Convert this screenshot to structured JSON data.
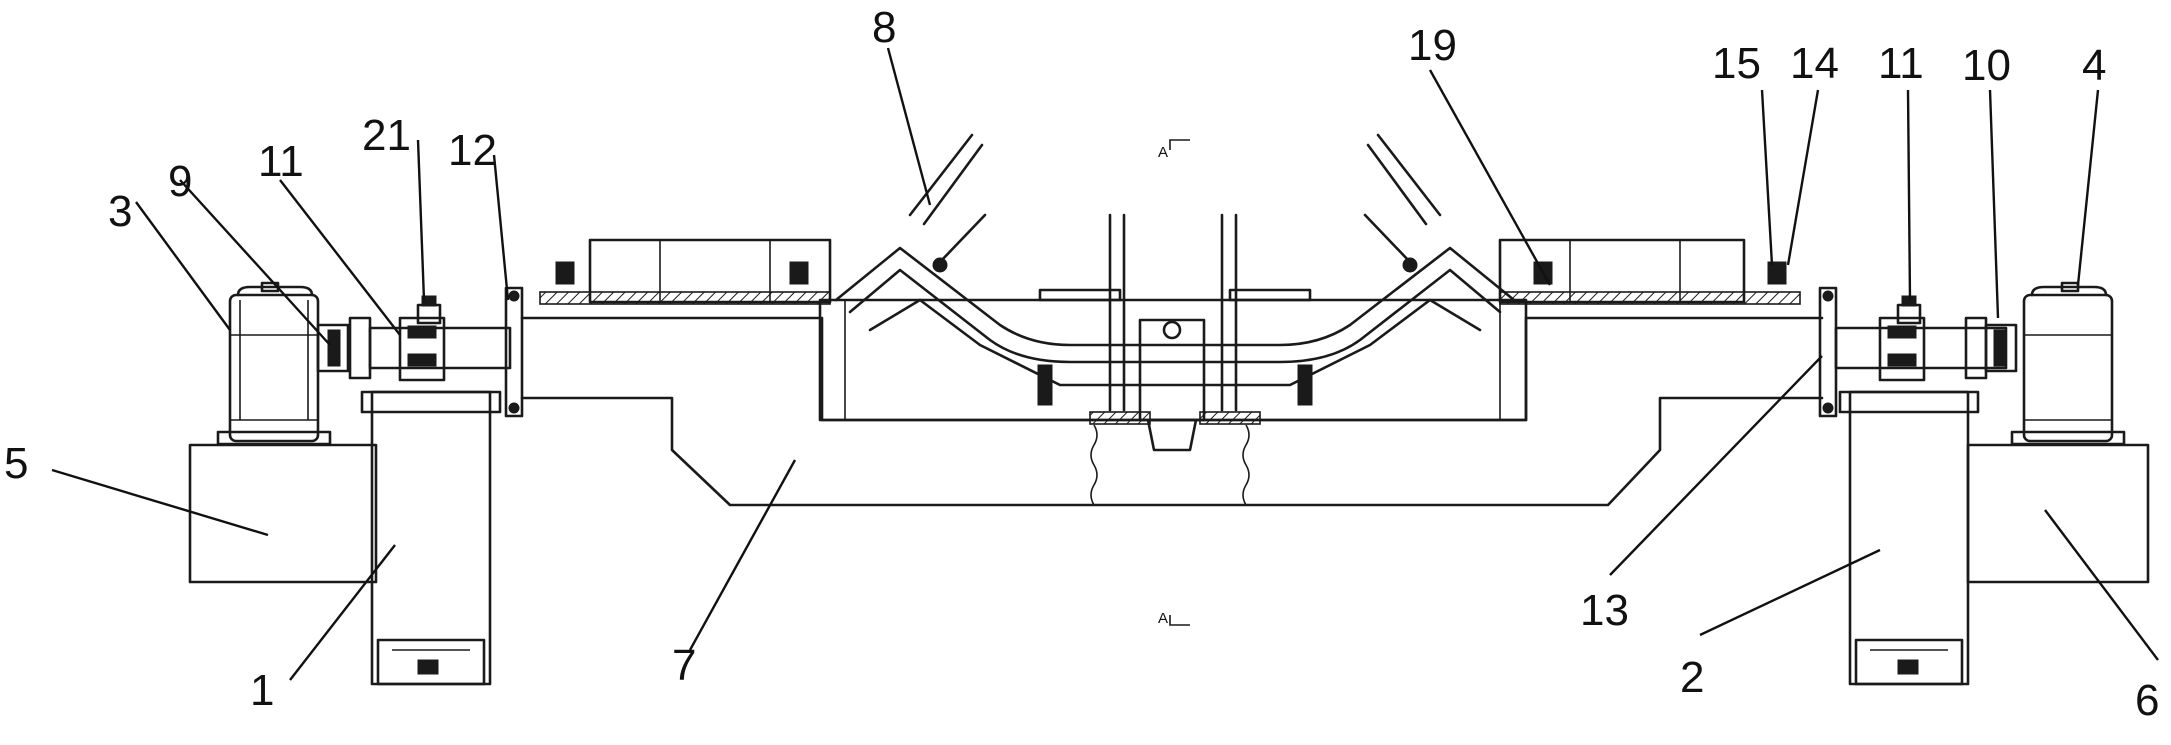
{
  "figure": {
    "labels": [
      {
        "id": "l1",
        "text": "1"
      },
      {
        "id": "l2",
        "text": "2"
      },
      {
        "id": "l3",
        "text": "3"
      },
      {
        "id": "l4",
        "text": "4"
      },
      {
        "id": "l5",
        "text": "5"
      },
      {
        "id": "l6",
        "text": "6"
      },
      {
        "id": "l7",
        "text": "7"
      },
      {
        "id": "l8",
        "text": "8"
      },
      {
        "id": "l9",
        "text": "9"
      },
      {
        "id": "l10",
        "text": "10"
      },
      {
        "id": "l11a",
        "text": "11"
      },
      {
        "id": "l11b",
        "text": "11"
      },
      {
        "id": "l12",
        "text": "12"
      },
      {
        "id": "l13",
        "text": "13"
      },
      {
        "id": "l14",
        "text": "14"
      },
      {
        "id": "l15",
        "text": "15"
      },
      {
        "id": "l19",
        "text": "19"
      },
      {
        "id": "l21",
        "text": "21"
      }
    ],
    "section_marks": {
      "top": "A",
      "bottom": "A"
    }
  }
}
